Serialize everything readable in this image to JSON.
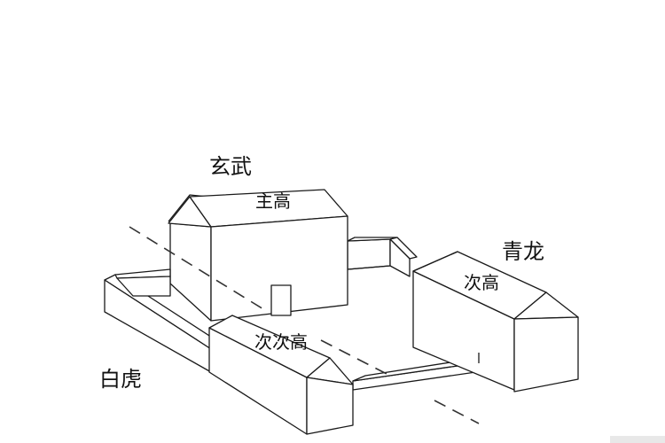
{
  "labels": {
    "north": "玄武",
    "north_height": "主高",
    "east": "青龙",
    "east_height": "次高",
    "south_height": "次次高",
    "west": "白虎"
  },
  "colors": {
    "line": "#1a1a1a",
    "fill": "#ffffff",
    "axis_dash": "#333333"
  }
}
